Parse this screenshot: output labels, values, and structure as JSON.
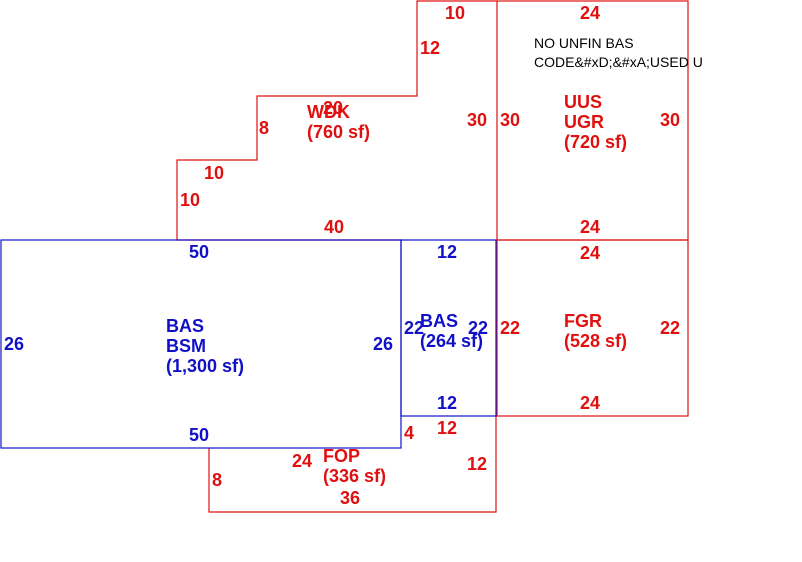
{
  "colors": {
    "red": "#e01010",
    "blue": "#1010c8",
    "note": "#000000"
  },
  "note": {
    "line1": "NO UNFIN BAS",
    "line2": "CODE&#xD;&#xA;USED U"
  },
  "areas": {
    "wdk": {
      "code": "WDK",
      "area": "(760 sf)"
    },
    "uus": {
      "code1": "UUS",
      "code2": "UGR",
      "area": "(720 sf)"
    },
    "bas_main": {
      "code1": "BAS",
      "code2": "BSM",
      "area": "(1,300 sf)"
    },
    "bas_small": {
      "code": "BAS",
      "area": "(264 sf)"
    },
    "fgr": {
      "code": "FGR",
      "area": "(528 sf)"
    },
    "fop": {
      "code": "FOP",
      "area": "(336 sf)"
    }
  },
  "dims": {
    "wdk": {
      "top": "10",
      "step_v": "12",
      "mid": "20",
      "left_upper": "8",
      "step_h": "10",
      "left_lower": "10",
      "bottom": "40",
      "right": "30"
    },
    "uus": {
      "top": "24",
      "left": "30",
      "right": "30",
      "bottom": "24"
    },
    "bas_main": {
      "top": "50",
      "left": "26",
      "right": "26",
      "bottom": "50"
    },
    "bas_small": {
      "top": "12",
      "left": "22",
      "right": "22",
      "bottom": "12"
    },
    "fgr": {
      "top": "24",
      "left": "22",
      "right": "22",
      "bottom": "24"
    },
    "fop": {
      "right_top": "4",
      "top": "12",
      "inner": "24",
      "left": "8",
      "right": "12",
      "bottom": "36"
    }
  }
}
